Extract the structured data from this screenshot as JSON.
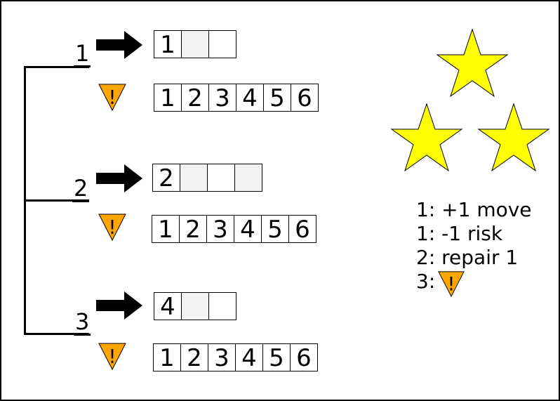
{
  "colors": {
    "warning_fill": "#ffa500",
    "star_fill": "#ffff00",
    "shaded_cell": "#f2f2f2"
  },
  "icons": {
    "arrow": "right-arrow-icon",
    "warning": "warning-triangle-icon",
    "star": "star-icon"
  },
  "rows": [
    {
      "label": "1",
      "track": [
        {
          "text": "1",
          "shaded": false
        },
        {
          "text": "",
          "shaded": true
        },
        {
          "text": "",
          "shaded": false
        }
      ],
      "risk": [
        "1",
        "2",
        "3",
        "4",
        "5",
        "6"
      ]
    },
    {
      "label": "2",
      "track": [
        {
          "text": "2",
          "shaded": false
        },
        {
          "text": "",
          "shaded": true
        },
        {
          "text": "",
          "shaded": false
        },
        {
          "text": "",
          "shaded": true
        }
      ],
      "risk": [
        "1",
        "2",
        "3",
        "4",
        "5",
        "6"
      ]
    },
    {
      "label": "3",
      "track": [
        {
          "text": "4",
          "shaded": false
        },
        {
          "text": "",
          "shaded": true
        },
        {
          "text": "",
          "shaded": false
        }
      ],
      "risk": [
        "1",
        "2",
        "3",
        "4",
        "5",
        "6"
      ]
    }
  ],
  "legend": {
    "items": [
      "1: +1 move",
      "1: -1 risk",
      "2: repair 1",
      "3:"
    ]
  }
}
